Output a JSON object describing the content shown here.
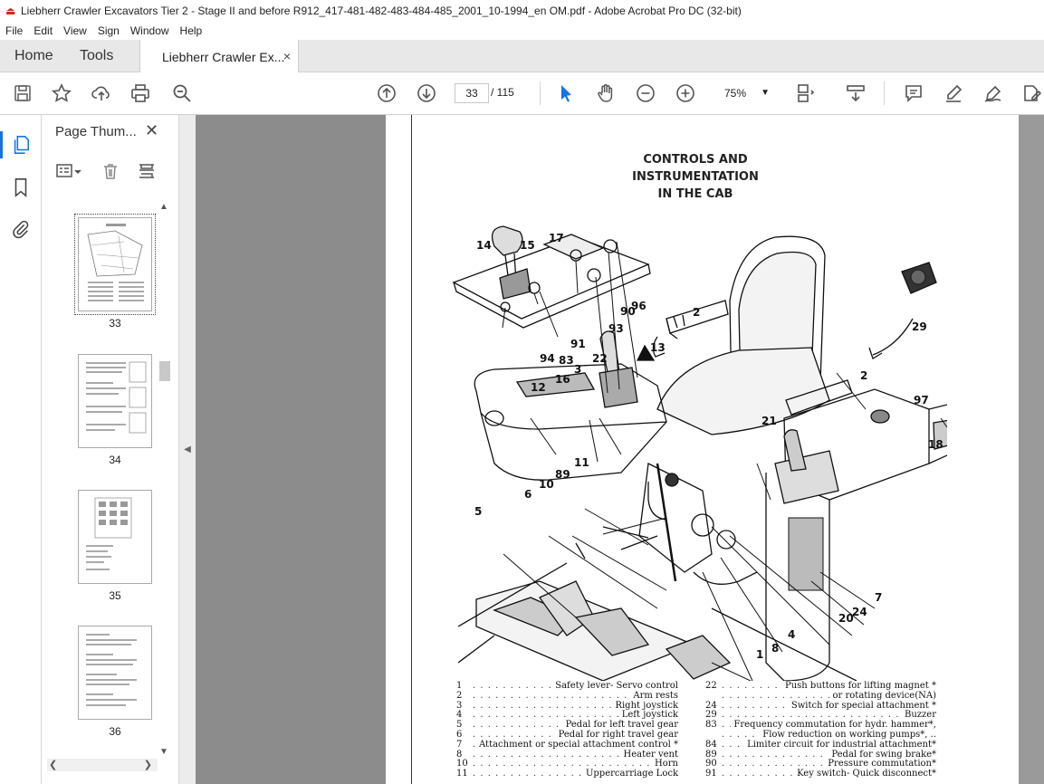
{
  "window": {
    "title": "Liebherr Crawler Excavators Tier 2 - Stage II and before  R912_417-481-482-483-484-485_2001_10-1994_en OM.pdf - Adobe Acrobat Pro DC (32-bit)"
  },
  "menu": [
    "File",
    "Edit",
    "View",
    "Sign",
    "Window",
    "Help"
  ],
  "tabs": {
    "home": "Home",
    "tools": "Tools",
    "document": "Liebherr Crawler Ex...",
    "close": "×"
  },
  "toolbar": {
    "page_current": "33",
    "page_total": "/ 115",
    "zoom": "75%"
  },
  "panel": {
    "title": "Page Thum...",
    "close": "✕",
    "thumbnails": [
      {
        "label": "33",
        "selected": true
      },
      {
        "label": "34",
        "selected": false
      },
      {
        "label": "35",
        "selected": false
      },
      {
        "label": "36",
        "selected": false
      }
    ]
  },
  "document": {
    "heading_line1": "CONTROLS AND INSTRUMENTATION",
    "heading_line2": "IN THE CAB",
    "callouts": [
      "14",
      "15",
      "17",
      "2",
      "29",
      "90",
      "96",
      "93",
      "91",
      "94",
      "83",
      "22",
      "13",
      "3",
      "16",
      "12",
      "2",
      "97",
      "21",
      "18",
      "11",
      "89",
      "10",
      "6",
      "5",
      "7",
      "20",
      "24",
      "4",
      "8",
      "1",
      "7"
    ],
    "legend_left": [
      {
        "n": "1",
        "t": "Safety lever- Servo control"
      },
      {
        "n": "2",
        "t": "Arm rests"
      },
      {
        "n": "3",
        "t": "Right joystick"
      },
      {
        "n": "4",
        "t": "Left joystick"
      },
      {
        "n": "5",
        "t": "Pedal for left travel gear"
      },
      {
        "n": "6",
        "t": "Pedal for right travel gear"
      },
      {
        "n": "7",
        "t": "Attachment or special attachment control *"
      },
      {
        "n": "8",
        "t": "Heater vent"
      },
      {
        "n": "10",
        "t": "Horn"
      },
      {
        "n": "11",
        "t": "Uppercarriage Lock"
      }
    ],
    "legend_right": [
      {
        "n": "22",
        "t": "Push buttons for lifting magnet *"
      },
      {
        "n": "",
        "t": "or rotating device(NA)"
      },
      {
        "n": "24",
        "t": "Switch for special attachment *"
      },
      {
        "n": "29",
        "t": "Buzzer"
      },
      {
        "n": "83",
        "t": "Frequency commutation for hydr. hammer*,"
      },
      {
        "n": "",
        "t": "Flow reduction on working pumps*, .."
      },
      {
        "n": "84",
        "t": "Limiter circuit for industrial attachment*"
      },
      {
        "n": "89",
        "t": "Pedal for swing brake*"
      },
      {
        "n": "90",
        "t": "Pressure commutation*"
      },
      {
        "n": "91",
        "t": "Key switch- Quick disconnect*"
      }
    ]
  }
}
